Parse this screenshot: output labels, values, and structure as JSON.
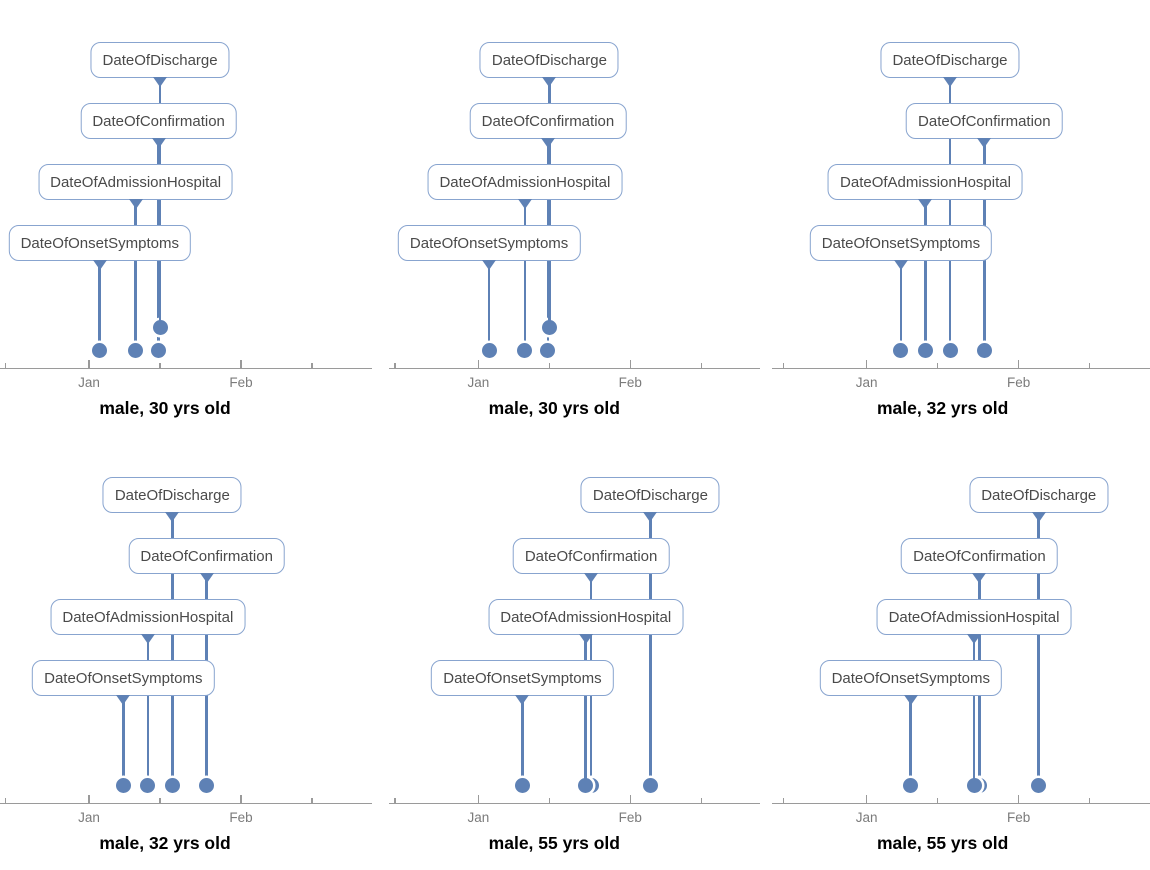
{
  "chart_data": {
    "type": "timeline",
    "description": "Grid of six per-patient event timelines (2 rows x 3 columns). Each panel shows four dated events as callout labels with stems down to dots on a date axis.",
    "grid": {
      "rows": 2,
      "cols": 3
    },
    "event_fields": [
      "DateOfDischarge",
      "DateOfConfirmation",
      "DateOfAdmissionHospital",
      "DateOfOnsetSymptoms"
    ],
    "axis": {
      "unit": "date",
      "note": "day value 1 equals the Jan tick; day 32 equals the Feb tick",
      "ticks": [
        {
          "day": -16,
          "label": "",
          "major": false
        },
        {
          "day": 1,
          "label": "Jan",
          "major": true
        },
        {
          "day": 15.5,
          "label": "",
          "major": false
        },
        {
          "day": 32,
          "label": "Feb",
          "major": true
        },
        {
          "day": 46.5,
          "label": "",
          "major": false
        }
      ]
    },
    "panels": [
      {
        "subtitle": "male, 30 yrs old",
        "events": [
          {
            "label": "DateOfOnsetSymptoms",
            "labelRow": 3,
            "day": 3.2,
            "row": 1
          },
          {
            "label": "DateOfConfirmation",
            "labelRow": 1,
            "day": 15.2,
            "row": 1
          },
          {
            "label": "DateOfAdmissionHospital",
            "labelRow": 2,
            "day": 10.5,
            "row": 1
          },
          {
            "label": "DateOfDischarge",
            "labelRow": 0,
            "day": 15.5,
            "row": 2
          }
        ]
      },
      {
        "subtitle": "male, 30 yrs old",
        "events": [
          {
            "label": "DateOfOnsetSymptoms",
            "labelRow": 3,
            "day": 3.2,
            "row": 1
          },
          {
            "label": "DateOfConfirmation",
            "labelRow": 1,
            "day": 15.2,
            "row": 1
          },
          {
            "label": "DateOfAdmissionHospital",
            "labelRow": 2,
            "day": 10.5,
            "row": 1
          },
          {
            "label": "DateOfDischarge",
            "labelRow": 0,
            "day": 15.5,
            "row": 2
          }
        ]
      },
      {
        "subtitle": "male, 32 yrs old",
        "events": [
          {
            "label": "DateOfOnsetSymptoms",
            "labelRow": 3,
            "day": 8,
            "row": 1
          },
          {
            "label": "DateOfConfirmation",
            "labelRow": 1,
            "day": 25,
            "row": 1
          },
          {
            "label": "DateOfAdmissionHospital",
            "labelRow": 2,
            "day": 13,
            "row": 1
          },
          {
            "label": "DateOfDischarge",
            "labelRow": 0,
            "day": 18,
            "row": 1
          }
        ]
      },
      {
        "subtitle": "male, 32 yrs old",
        "events": [
          {
            "label": "DateOfOnsetSymptoms",
            "labelRow": 3,
            "day": 8,
            "row": 1
          },
          {
            "label": "DateOfConfirmation",
            "labelRow": 1,
            "day": 25,
            "row": 1
          },
          {
            "label": "DateOfAdmissionHospital",
            "labelRow": 2,
            "day": 13,
            "row": 1
          },
          {
            "label": "DateOfDischarge",
            "labelRow": 0,
            "day": 18,
            "row": 1
          }
        ]
      },
      {
        "subtitle": "male, 55 yrs old",
        "events": [
          {
            "label": "DateOfOnsetSymptoms",
            "labelRow": 3,
            "day": 10,
            "row": 1
          },
          {
            "label": "DateOfConfirmation",
            "labelRow": 1,
            "day": 24,
            "row": 1
          },
          {
            "label": "DateOfAdmissionHospital",
            "labelRow": 2,
            "day": 22.9,
            "row": 1,
            "ringOnTop": true
          },
          {
            "label": "DateOfDischarge",
            "labelRow": 0,
            "day": 36.1,
            "row": 1
          }
        ]
      },
      {
        "subtitle": "male, 55 yrs old",
        "events": [
          {
            "label": "DateOfOnsetSymptoms",
            "labelRow": 3,
            "day": 10,
            "row": 1
          },
          {
            "label": "DateOfConfirmation",
            "labelRow": 1,
            "day": 24,
            "row": 1
          },
          {
            "label": "DateOfAdmissionHospital",
            "labelRow": 2,
            "day": 22.9,
            "row": 1,
            "ringOnTop": true
          },
          {
            "label": "DateOfDischarge",
            "labelRow": 0,
            "day": 36.1,
            "row": 1
          }
        ]
      }
    ],
    "colors": {
      "accent": "#5e81b5",
      "box_border": "#88a4cf",
      "box_text": "#4a4a4a",
      "axis": "#9a9a9a",
      "tick_label": "#7b7b7b",
      "subtitle": "#000000"
    }
  }
}
